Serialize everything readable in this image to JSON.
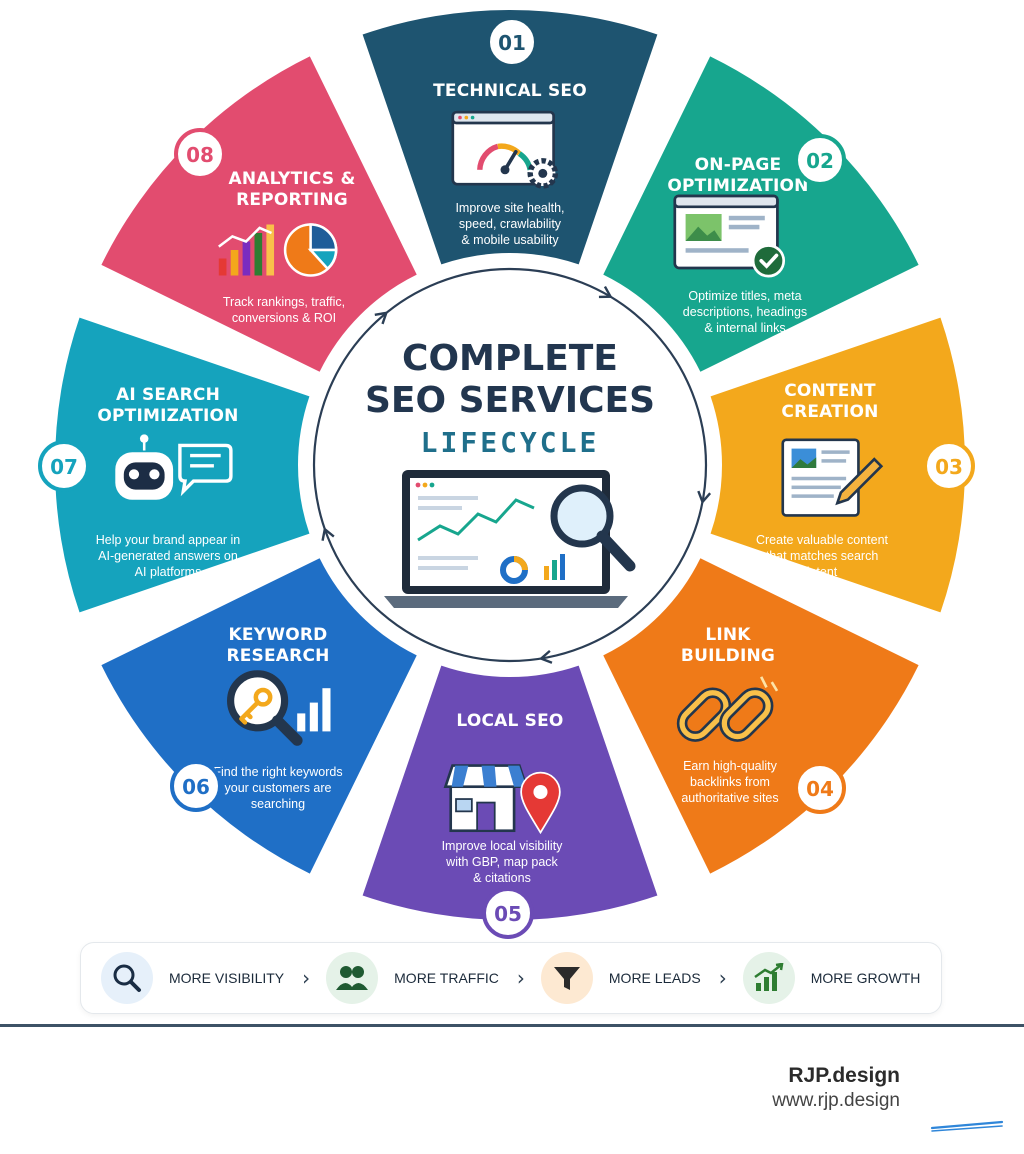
{
  "center": {
    "title_line1": "COMPLETE",
    "title_line2": "SEO SERVICES",
    "subtitle": "LIFECYCLE"
  },
  "steps": [
    {
      "number": "01",
      "title_lines": [
        "TECHNICAL SEO"
      ],
      "desc_lines": [
        "Improve site health,",
        "speed, crawlability",
        "& mobile usability"
      ],
      "color": "#1e5470",
      "icon": "speedometer-gear-icon"
    },
    {
      "number": "02",
      "title_lines": [
        "ON-PAGE",
        "OPTIMIZATION"
      ],
      "desc_lines": [
        "Optimize titles, meta",
        "descriptions, headings",
        "& internal links"
      ],
      "color": "#17a68e",
      "icon": "webpage-check-icon"
    },
    {
      "number": "03",
      "title_lines": [
        "CONTENT",
        "CREATION"
      ],
      "desc_lines": [
        "Create valuable content",
        "that matches search",
        "intent"
      ],
      "color": "#f3a81c",
      "icon": "document-pencil-icon"
    },
    {
      "number": "04",
      "title_lines": [
        "LINK",
        "BUILDING"
      ],
      "desc_lines": [
        "Earn high-quality",
        "backlinks from",
        "authoritative sites"
      ],
      "color": "#ef7a18",
      "icon": "chain-link-icon"
    },
    {
      "number": "05",
      "title_lines": [
        "LOCAL SEO"
      ],
      "desc_lines": [
        "Improve local visibility",
        "with GBP, map pack",
        "& citations"
      ],
      "color": "#6b4bb5",
      "icon": "storefront-map-pin-icon"
    },
    {
      "number": "06",
      "title_lines": [
        "KEYWORD",
        "RESEARCH"
      ],
      "desc_lines": [
        "Find the right keywords",
        "your customers are",
        "searching"
      ],
      "color": "#1f6fc6",
      "icon": "magnifier-key-icon"
    },
    {
      "number": "07",
      "title_lines": [
        "AI SEARCH",
        "OPTIMIZATION"
      ],
      "desc_lines": [
        "Help your brand appear in",
        "AI-generated answers on",
        "AI platforms"
      ],
      "color": "#15a3bd",
      "icon": "robot-chat-icon"
    },
    {
      "number": "08",
      "title_lines": [
        "ANALYTICS &",
        "REPORTING"
      ],
      "desc_lines": [
        "Track rankings, traffic,",
        "conversions & ROI"
      ],
      "color": "#e24c6f",
      "icon": "bar-pie-chart-icon"
    }
  ],
  "benefits": [
    {
      "label": "MORE VISIBILITY",
      "icon": "search-icon",
      "bg": "#e6f0fa",
      "color": "#1a2d44"
    },
    {
      "label": "MORE TRAFFIC",
      "icon": "users-icon",
      "bg": "#e5f2e8",
      "color": "#1f5a32"
    },
    {
      "label": "MORE LEADS",
      "icon": "funnel-icon",
      "bg": "#fde9d2",
      "color": "#2b2b2b"
    },
    {
      "label": "MORE GROWTH",
      "icon": "growth-chart-icon",
      "bg": "#e5f2e8",
      "color": "#2e7d32"
    }
  ],
  "brand": {
    "name": "RJP.design",
    "url": "www.rjp.design"
  }
}
